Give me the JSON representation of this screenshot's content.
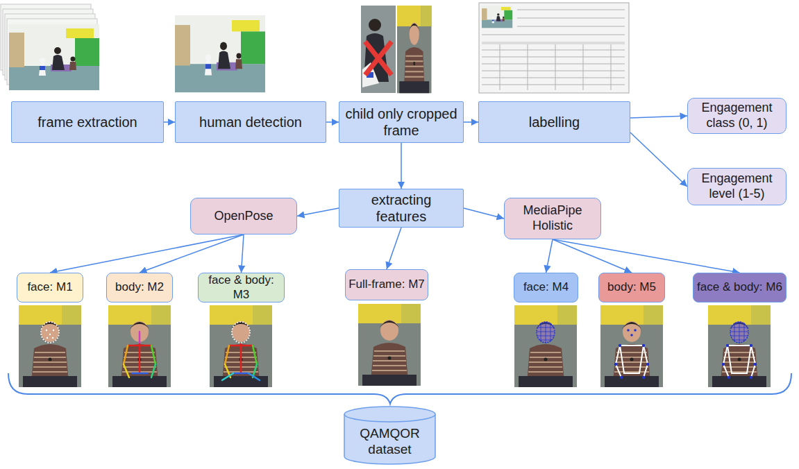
{
  "diagram": {
    "nodes": [
      {
        "text": [
          "frame extraction"
        ]
      },
      {
        "text": [
          "human detection"
        ]
      },
      {
        "text": [
          "child only cropped frame"
        ]
      },
      {
        "text": [
          "labelling"
        ]
      },
      {
        "text": [
          "Engagement class (0, 1)"
        ]
      },
      {
        "text": [
          "Engagement level (1-5)"
        ]
      },
      {
        "text": [
          "extracting features"
        ]
      },
      {
        "text": [
          "OpenPose"
        ]
      },
      {
        "text": [
          "MediaPipe Holistic"
        ]
      },
      {
        "text": [
          "face: M1"
        ]
      },
      {
        "text": [
          "body: M2"
        ]
      },
      {
        "text": [
          "face & body: M3"
        ]
      },
      {
        "text": [
          "Full-frame: M7"
        ]
      },
      {
        "text": [
          "face: M4"
        ]
      },
      {
        "text": [
          "body: M5"
        ]
      },
      {
        "text": [
          "face & body: M6"
        ]
      },
      {
        "text": [
          "QAMQOR dataset"
        ]
      }
    ],
    "edges": [
      {
        "from": 0,
        "to": 1,
        "arrow": "to"
      },
      {
        "from": 1,
        "to": 2,
        "arrow": "to"
      },
      {
        "from": 2,
        "to": 3,
        "arrow": "to"
      },
      {
        "from": 3,
        "to": 4,
        "arrow": "to"
      },
      {
        "from": 3,
        "to": 5,
        "arrow": "to"
      },
      {
        "from": 2,
        "to": 6,
        "arrow": "to"
      },
      {
        "from": 6,
        "to": 7,
        "arrow": "to"
      },
      {
        "from": 6,
        "to": 8,
        "arrow": "to"
      },
      {
        "from": 6,
        "to": 12,
        "arrow": "to"
      },
      {
        "from": 7,
        "to": 9,
        "arrow": "to"
      },
      {
        "from": 7,
        "to": 10,
        "arrow": "to"
      },
      {
        "from": 7,
        "to": 11,
        "arrow": "to"
      },
      {
        "from": 8,
        "to": 13,
        "arrow": "to"
      },
      {
        "from": 8,
        "to": 14,
        "arrow": "to"
      },
      {
        "from": 8,
        "to": 15,
        "arrow": "to"
      }
    ]
  }
}
